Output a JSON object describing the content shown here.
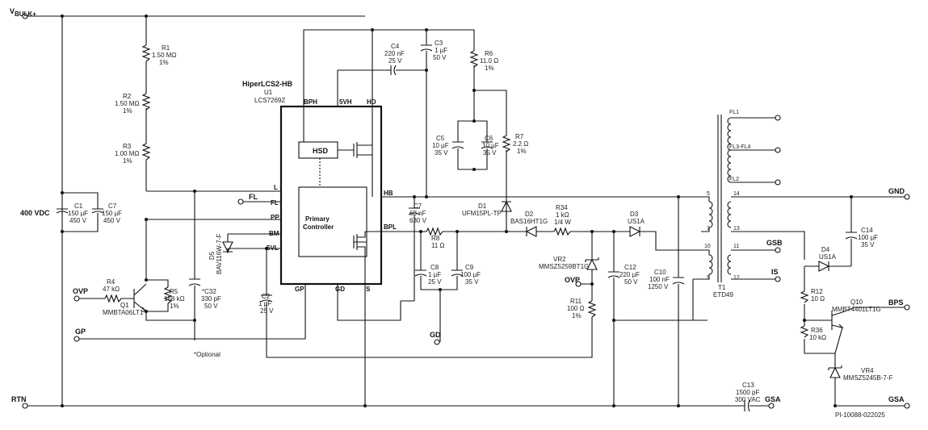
{
  "nets": {
    "vbulk": "V",
    "vbulk_sub": "BULK+",
    "rtn": "RTN",
    "ovp_left": "OVP",
    "gp_left": "GP",
    "fl": "FL",
    "gnd": "GND",
    "gsb": "GSB",
    "is": "IS",
    "bps": "BPS",
    "gsa_bottom": "GSA",
    "gsa_right": "GSA",
    "ovp_mid": "OVP",
    "gd": "GD"
  },
  "input_voltage": "400 VDC",
  "ic": {
    "part_line1": "HiperLCS2-HB",
    "part_line2": "U1",
    "part_line3": "LCS7269Z",
    "pins": {
      "bph": "BPH",
      "vh5": "5VH",
      "hd": "HD",
      "hb": "HB",
      "bpl": "BPL",
      "l": "L",
      "fl": "FL",
      "pp": "PP",
      "bm": "BM",
      "svl": "5VL",
      "gp": "GP",
      "gd": "GD",
      "s": "S"
    },
    "hsd": "HSD",
    "pc_line1": "Primary",
    "pc_line2": "Controller"
  },
  "components": {
    "r1": [
      "R1",
      "1.50 MΩ",
      "1%"
    ],
    "r2": [
      "R2",
      "1.50 MΩ",
      "1%"
    ],
    "r3": [
      "R3",
      "1.00 MΩ",
      "1%"
    ],
    "c1": [
      "C1",
      "150 µF",
      "450 V"
    ],
    "c7a": [
      "C7",
      "150 µF",
      "450 V"
    ],
    "c4": [
      "C4",
      "220 nF",
      "25 V"
    ],
    "c3": [
      "C3",
      "1 µF",
      "50 V"
    ],
    "r6": [
      "R6",
      "11.0 Ω",
      "1%"
    ],
    "c5": [
      "C5",
      "10 µF",
      "35 V"
    ],
    "c6": [
      "C6",
      "10 µF",
      "35 V"
    ],
    "r7": [
      "R7",
      "2.2 Ω",
      "1%"
    ],
    "c7b": [
      "C7",
      "68 nF",
      "630 V"
    ],
    "d1": [
      "D1",
      "UFM15PL-TP"
    ],
    "d2": [
      "D2",
      "BAS16HT1G"
    ],
    "r34": [
      "R34",
      "1 kΩ",
      "1/4 W"
    ],
    "d3": [
      "D3",
      "US1A"
    ],
    "r8": [
      "R8",
      "11 Ω"
    ],
    "c8": [
      "C8",
      "1 µF",
      "25 V"
    ],
    "c9": [
      "C9",
      "100 µF",
      "35 V"
    ],
    "vr2": [
      "VR2",
      "MMSZ5259BT1G"
    ],
    "c12": [
      "C12",
      "220 µF",
      "50 V"
    ],
    "c10": [
      "C10",
      "100 nF",
      "1250 V"
    ],
    "r11": [
      "R11",
      "100 Ω",
      "1%"
    ],
    "d5": [
      "D5",
      "BAV116W-7-F"
    ],
    "c32": [
      "*C32",
      "330 pF",
      "50 V"
    ],
    "c2": [
      "C2",
      "1 µF",
      "25 V"
    ],
    "r4": [
      "R4",
      "47 kΩ"
    ],
    "q1": [
      "Q1",
      "MMBTA06LT1"
    ],
    "r5": [
      "R5",
      "158 kΩ",
      "1%"
    ],
    "t1": [
      "T1",
      "ETD49"
    ],
    "c14": [
      "C14",
      "100 µF",
      "35 V"
    ],
    "d4": [
      "D4",
      "US1A"
    ],
    "r12": [
      "R12",
      "10 Ω"
    ],
    "q10": [
      "Q10",
      "MMBT4401LT1G"
    ],
    "r36": [
      "R36",
      "10 kΩ"
    ],
    "vr4": [
      "VR4",
      "MMSZ5245B-7-F"
    ],
    "c13": [
      "C13",
      "1500 pF",
      "300 VAC"
    ]
  },
  "transformer_pins": {
    "fl1": "FL1",
    "fl34": "FL3-FL4",
    "fl2": "FL2",
    "p5": "5",
    "p1": "1",
    "p10": "10",
    "p9": "9",
    "p14": "14",
    "p13": "13",
    "p11": "11",
    "p12": "12"
  },
  "optional_note": "*Optional",
  "drawing_number": "PI-10088-022025"
}
